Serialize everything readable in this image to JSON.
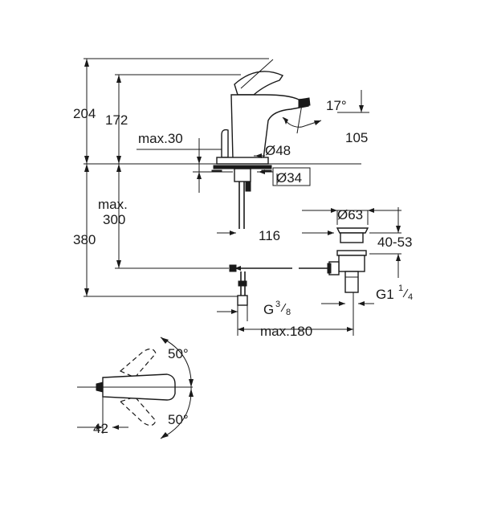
{
  "dimensions": {
    "total_height": "204",
    "spout_height": "172",
    "max_deck": "max.30",
    "angle_spout": "17°",
    "reach": "105",
    "diameter_base": "Ø48",
    "diameter_hole": "Ø34",
    "max_label": "max.",
    "max_300": "300",
    "total_380": "380",
    "offset_116": "116",
    "diameter_waste": "Ø63",
    "waste_range": "40-53",
    "connection_g": "G",
    "connection_g_sup": "3",
    "connection_g_sub": "8",
    "waste_thread_g": "G1",
    "waste_thread_sup": "1",
    "waste_thread_sub": "4",
    "max_180": "max.180",
    "angle_top": "50°",
    "angle_bottom": "50°",
    "lever_42": "42"
  }
}
